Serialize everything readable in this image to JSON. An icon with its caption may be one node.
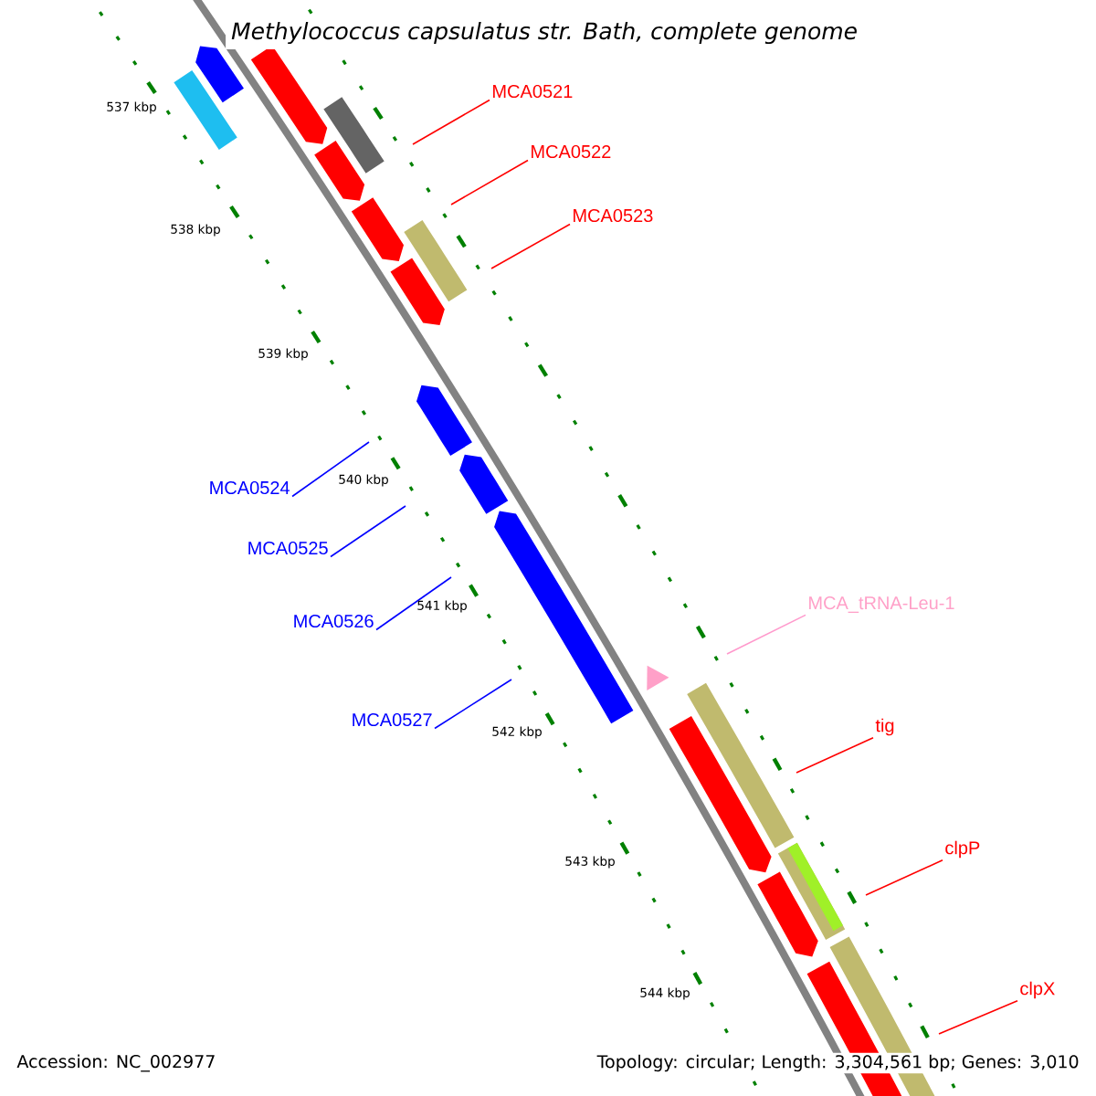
{
  "diagram": {
    "title": "*Methylococcus capsulatus* str. Bath, complete genome",
    "nodes": [
      {
        "text": [
          "MCA0521"
        ]
      },
      {
        "text": [
          "MCA0522"
        ]
      },
      {
        "text": [
          "MCA0523"
        ]
      },
      {
        "text": [
          "MCA0524"
        ]
      },
      {
        "text": [
          "MCA0525"
        ]
      },
      {
        "text": [
          "MCA0526"
        ]
      },
      {
        "text": [
          "MCA0527"
        ]
      },
      {
        "text": [
          "MCA_tRNA-Leu-1"
        ]
      },
      {
        "text": [
          "tig"
        ]
      },
      {
        "text": [
          "clpP"
        ]
      },
      {
        "text": [
          "clpX"
        ]
      }
    ],
    "edges": [
      {
        "from": 0,
        "to": null,
        "arrow": "none"
      },
      {
        "from": 1,
        "to": null,
        "arrow": "none"
      },
      {
        "from": 2,
        "to": null,
        "arrow": "none"
      },
      {
        "from": 3,
        "to": null,
        "arrow": "none",
        "color": "#0000ff"
      },
      {
        "from": 4,
        "to": null,
        "arrow": "none",
        "color": "#0000ff"
      },
      {
        "from": 5,
        "to": null,
        "arrow": "none",
        "color": "#0000ff"
      },
      {
        "from": 6,
        "to": null,
        "arrow": "none",
        "color": "#0000ff"
      },
      {
        "from": 7,
        "to": null,
        "arrow": "none",
        "color": "#ff99cc"
      },
      {
        "from": 8,
        "to": null,
        "arrow": "none"
      },
      {
        "from": 9,
        "to": null,
        "arrow": "none"
      },
      {
        "from": 10,
        "to": null,
        "arrow": "none"
      }
    ],
    "labels": [
      "537 kbp",
      "538 kbp",
      "539 kbp",
      "540 kbp",
      "541 kbp",
      "542 kbp",
      "543 kbp",
      "544 kbp",
      "Accession: NC_002977",
      "Topology: circular; Length: 3,304,561 bp; Genes: 3,010"
    ]
  }
}
